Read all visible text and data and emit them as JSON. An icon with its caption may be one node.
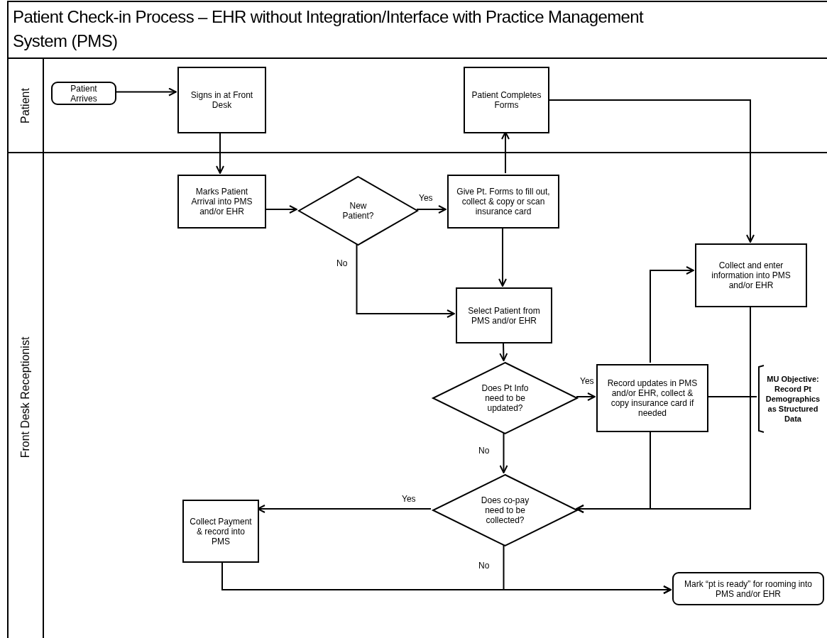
{
  "diagram": {
    "title": "Patient Check-in Process – EHR without Integration/Interface with Practice Management System (PMS)",
    "nodes": [
      {
        "text": [
          "Patient"
        ]
      },
      {
        "text": [
          "Front Desk Receptionist"
        ]
      },
      {
        "text": [
          "Patient Arrives"
        ],
        "in": 0
      },
      {
        "text": [
          "Signs in at Front Desk"
        ],
        "in": 0
      },
      {
        "text": [
          "Patient Completes Forms"
        ],
        "in": 0
      },
      {
        "text": [
          "Marks Patient Arrival into PMS and/or EHR"
        ],
        "in": 1
      },
      {
        "text": [
          "New Patient?"
        ],
        "in": 1
      },
      {
        "text": [
          "Give Pt. Forms to fill out, collect & copy or scan insurance card"
        ],
        "in": 1
      },
      {
        "text": [
          "Collect and enter information into PMS and/or EHR"
        ],
        "in": 1
      },
      {
        "text": [
          "Select Patient from PMS and/or EHR"
        ],
        "in": 1
      },
      {
        "text": [
          "Does Pt Info need to be updated?"
        ],
        "in": 1
      },
      {
        "text": [
          "Record updates in PMS and/or EHR, collect & copy insurance card if needed"
        ],
        "in": 1
      },
      {
        "text": [
          "MU Objective: Record Pt Demographics as Structured Data"
        ],
        "in": 1
      },
      {
        "text": [
          "Collect Payment & record into PMS"
        ],
        "in": 1
      },
      {
        "text": [
          "Does co-pay need to be collected?"
        ],
        "in": 1
      },
      {
        "text": [
          "Mark “pt is ready” for rooming into PMS and/or EHR"
        ],
        "in": 1
      }
    ],
    "edges": [
      {
        "from": 2,
        "to": 3,
        "arrow": "to"
      },
      {
        "from": 3,
        "to": 5,
        "arrow": "to"
      },
      {
        "from": 5,
        "to": 6,
        "arrow": "to"
      },
      {
        "from": 6,
        "to": 7,
        "arrow": "to",
        "label": "Yes"
      },
      {
        "from": 6,
        "to": 9,
        "arrow": "to",
        "label": "No"
      },
      {
        "from": 7,
        "to": 4,
        "arrow": "to"
      },
      {
        "from": 7,
        "to": 9,
        "arrow": "to"
      },
      {
        "from": 4,
        "to": 8,
        "arrow": "to"
      },
      {
        "from": 9,
        "to": 10,
        "arrow": "to"
      },
      {
        "from": 10,
        "to": 11,
        "arrow": "to",
        "label": "Yes"
      },
      {
        "from": 10,
        "to": 14,
        "arrow": "to",
        "label": "No"
      },
      {
        "from": 11,
        "to": 8,
        "arrow": "to"
      },
      {
        "from": 11,
        "to": 14,
        "arrow": "to"
      },
      {
        "from": 8,
        "to": 14,
        "arrow": "to"
      },
      {
        "from": 14,
        "to": 13,
        "arrow": "to",
        "label": "Yes"
      },
      {
        "from": 14,
        "to": 15,
        "arrow": "to",
        "label": "No"
      },
      {
        "from": 13,
        "to": 15,
        "arrow": "to"
      },
      {
        "from": 11,
        "to": 12,
        "arrow": "none"
      }
    ]
  }
}
